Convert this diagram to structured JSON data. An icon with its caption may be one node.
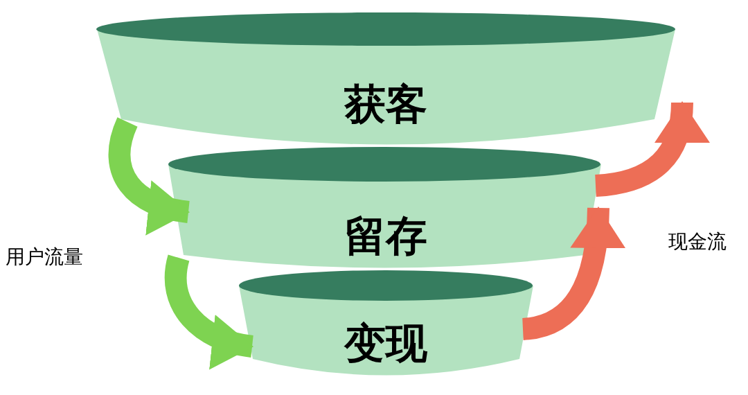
{
  "diagram": {
    "nodes": [
      {
        "text": [
          "获客"
        ]
      },
      {
        "text": [
          "留存"
        ]
      },
      {
        "text": [
          "变现"
        ]
      }
    ],
    "edges": [
      {
        "from": 0,
        "to": 1,
        "arrow": "to"
      },
      {
        "from": 1,
        "to": 2,
        "arrow": "to"
      },
      {
        "from": 2,
        "to": 1,
        "arrow": "to",
        "color": "#ed6e56"
      },
      {
        "from": 1,
        "to": 0,
        "arrow": "to",
        "color": "#ed6e56"
      }
    ],
    "labels": [
      "用户流量",
      "现金流"
    ]
  }
}
